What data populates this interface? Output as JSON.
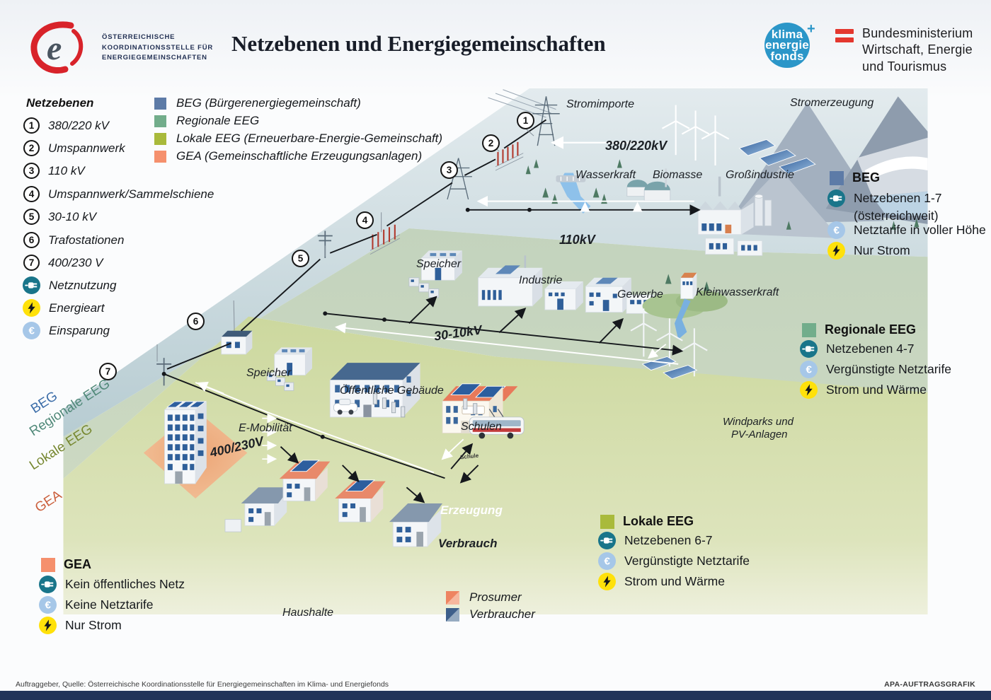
{
  "colors": {
    "beg": "#5d7ba7",
    "regionale_eeg": "#72ad8b",
    "lokale_eeg": "#a9ba3b",
    "gea": "#f5906d",
    "netznutzung_icon": "#19758a",
    "energieart_icon": "#ffe10a",
    "einsparung_icon": "#a6c7e8",
    "prosumer": "#ee8461",
    "verbraucher": "#3e5f8a"
  },
  "header": {
    "logo_letter": "e",
    "org_line1": "ÖSTERREICHISCHE",
    "org_line2": "KOORDINATIONSSTELLE FÜR",
    "org_line3": "ENERGIEGEMEINSCHAFTEN",
    "title": "Netzebenen und Energiegemeinschaften",
    "klima_line1": "klima",
    "klima_line2": "energie",
    "klima_line3": "fonds",
    "klima_plus": "+",
    "ministry_line1": "Bundesministerium",
    "ministry_line2": "Wirtschaft, Energie",
    "ministry_line3": "und Tourismus"
  },
  "netzebenen": {
    "title": "Netzebenen",
    "items": [
      {
        "num": "1",
        "label": "380/220 kV"
      },
      {
        "num": "2",
        "label": "Umspannwerk"
      },
      {
        "num": "3",
        "label": "110 kV"
      },
      {
        "num": "4",
        "label": "Umspannwerk/Sammelschiene"
      },
      {
        "num": "5",
        "label": "30-10 kV"
      },
      {
        "num": "6",
        "label": "Trafostationen"
      },
      {
        "num": "7",
        "label": "400/230 V"
      }
    ],
    "icon_items": [
      {
        "icon": "plug-icon",
        "label": "Netznutzung"
      },
      {
        "icon": "bolt-icon",
        "label": "Energieart"
      },
      {
        "icon": "euro-icon",
        "label": "Einsparung"
      }
    ]
  },
  "community_legend": [
    {
      "label": "BEG (Bürgerenergiegemeinschaft)"
    },
    {
      "label": "Regionale EEG"
    },
    {
      "label": "Lokale EEG (Erneuerbare-Energie-Gemeinschaft)"
    },
    {
      "label": "GEA (Gemeinschaftliche Erzeugungsanlagen)"
    }
  ],
  "diagram": {
    "markers": {
      "m1": "1",
      "m2": "2",
      "m3": "3",
      "m4": "4",
      "m5": "5",
      "m6": "6",
      "m7": "7"
    },
    "labels": {
      "stromimporte": "Stromimporte",
      "stromerzeugung": "Stromerzeugung",
      "kv380": "380/220kV",
      "wasserkraft": "Wasserkraft",
      "biomasse": "Biomasse",
      "grossindustrie": "Großindustrie",
      "kv110": "110kV",
      "speicher_oben": "Speicher",
      "industrie": "Industrie",
      "gewerbe": "Gewerbe",
      "kleinwasserkraft": "Kleinwasserkraft",
      "kv3010": "30-10kV",
      "speicher_unten": "Speicher",
      "oeffentliche_gebaeude": "Öffentliche Gebäude",
      "emobilitaet": "E-Mobilität",
      "schulen": "Schulen",
      "schule_sign": "Schule",
      "kv400230": "400/230V",
      "erzeugung": "Erzeugung",
      "verbrauch": "Verbrauch",
      "haushalte": "Haushalte",
      "windparks1": "Windparks und",
      "windparks2": "PV-Anlagen"
    },
    "band_labels": {
      "beg": "BEG",
      "regionale": "Regionale EEG",
      "lokale": "Lokale EEG",
      "gea": "GEA"
    }
  },
  "panels": {
    "beg": {
      "title": "BEG",
      "net": "Netzebenen 1-7",
      "net2": "(österreichweit)",
      "tarif": "Netztarife in voller Höhe",
      "energie": "Nur Strom"
    },
    "regionale": {
      "title": "Regionale EEG",
      "net": "Netzebenen 4-7",
      "tarif": "Vergünstigte Netztarife",
      "energie": "Strom und Wärme"
    },
    "lokale": {
      "title": "Lokale EEG",
      "net": "Netzebenen 6-7",
      "tarif": "Vergünstigte Netztarife",
      "energie": "Strom und Wärme"
    },
    "gea": {
      "title": "GEA",
      "net": "Kein öffentliches Netz",
      "tarif": "Keine Netztarife",
      "energie": "Nur Strom"
    }
  },
  "building_legend": {
    "prosumer": "Prosumer",
    "verbraucher": "Verbraucher"
  },
  "footer": {
    "source": "Auftraggeber, Quelle: Österreichische Koordinationsstelle für Energiegemeinschaften im Klima- und Energiefonds",
    "credit": "APA-AUFTRAGSGRAFIK"
  }
}
